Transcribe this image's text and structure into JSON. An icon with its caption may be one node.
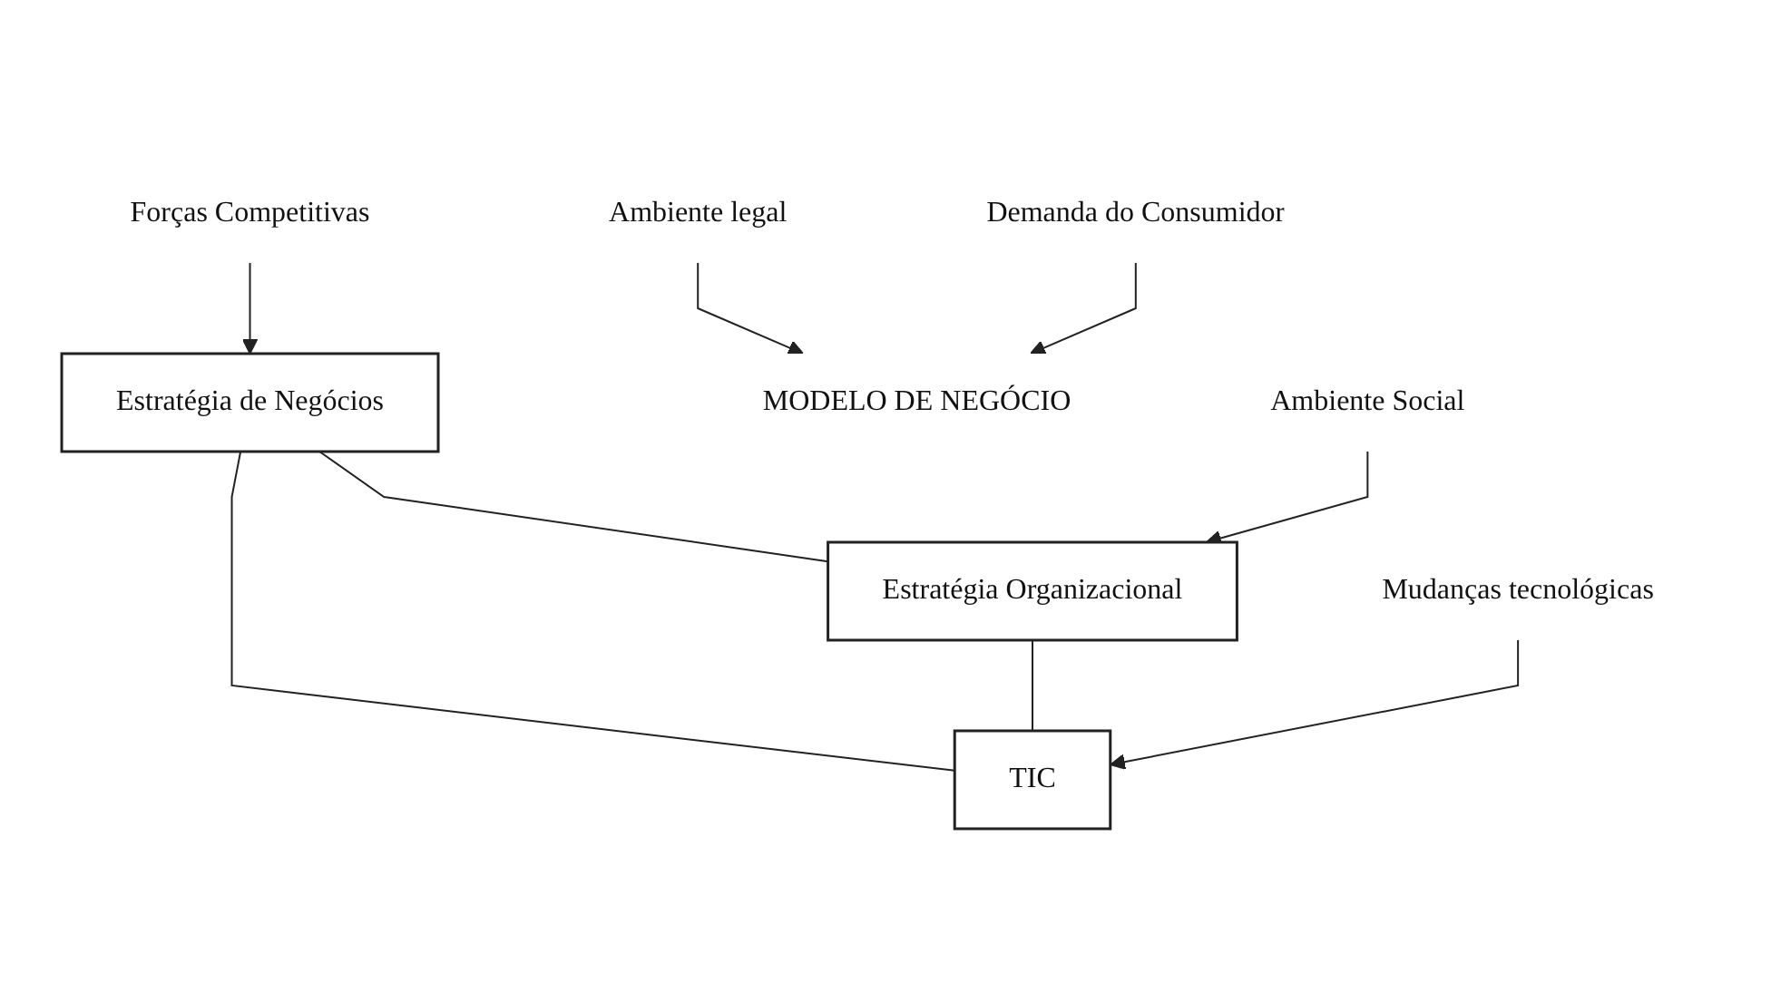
{
  "diagram": {
    "nodes": [
      {
        "text": [
          "Forças Competitivas"
        ]
      },
      {
        "text": [
          "Ambiente legal"
        ]
      },
      {
        "text": [
          "Estratégia de Negócios"
        ]
      },
      {
        "text": [
          "Demanda do Consumidor"
        ]
      },
      {
        "text": [
          "MODELO DE NEGÓCIO"
        ]
      },
      {
        "text": [
          "Ambiente Social"
        ]
      },
      {
        "text": [
          "Estratégia Organizacional"
        ]
      },
      {
        "text": [
          "Mudanças tecnológicas"
        ]
      },
      {
        "text": [
          "TIC"
        ]
      }
    ],
    "edges": [
      {
        "from": 0,
        "to": 2,
        "arrow": "to"
      },
      {
        "from": 1,
        "to": 4,
        "arrow": "to"
      },
      {
        "from": 3,
        "to": 4,
        "arrow": "to"
      },
      {
        "from": 2,
        "to": 6,
        "arrow": "none"
      },
      {
        "from": 2,
        "to": 8,
        "arrow": "none"
      },
      {
        "from": 6,
        "to": 8,
        "arrow": "none"
      },
      {
        "from": 5,
        "to": 6,
        "arrow": "to"
      },
      {
        "from": 7,
        "to": 8,
        "arrow": "to"
      }
    ]
  }
}
